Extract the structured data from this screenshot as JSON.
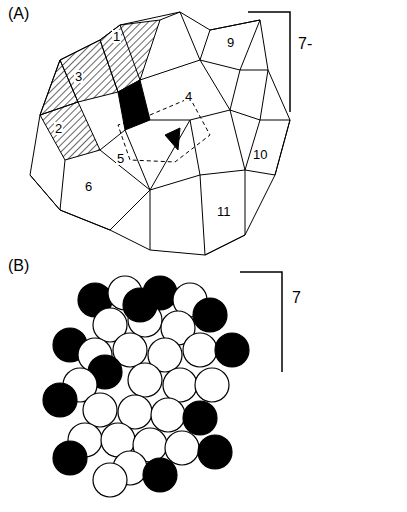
{
  "diagram": {
    "labels": [
      "(A)",
      "7-",
      "1",
      "3",
      "2",
      "9",
      "4",
      "5",
      "10",
      "6",
      "11",
      "(B)",
      "7"
    ]
  }
}
